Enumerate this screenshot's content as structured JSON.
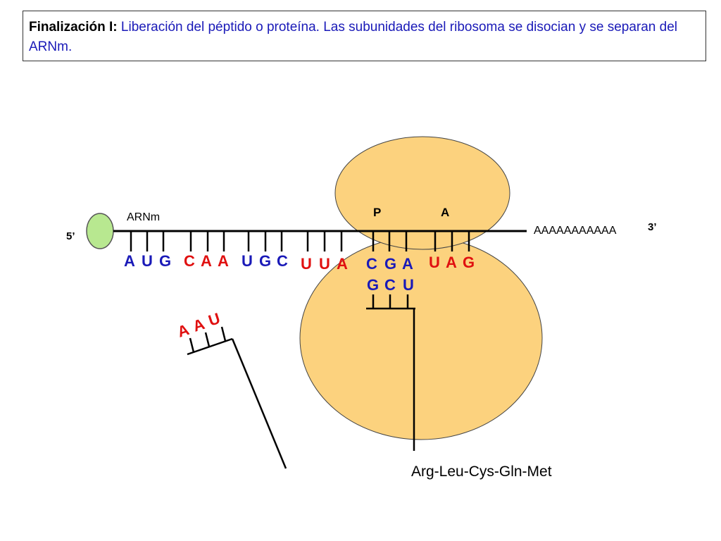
{
  "header": {
    "title_bold": "Finalización I:",
    "title_text": "Liberación del péptido o proteína. Las subunidades del ribosoma se disocian y se separan del ARNm."
  },
  "mrna": {
    "label": "ARNm",
    "five_prime": "5’",
    "three_prime": "3’",
    "poly_a": "AAAAAAAAAAA",
    "codons": [
      {
        "bases": [
          "A",
          "U",
          "G"
        ],
        "color": "#1a1ab8"
      },
      {
        "bases": [
          "C",
          "A",
          "A"
        ],
        "color": "#e01010"
      },
      {
        "bases": [
          "U",
          "G",
          "C"
        ],
        "color": "#1a1ab8"
      },
      {
        "bases": [
          "U",
          "U",
          "A"
        ],
        "color": "#e01010"
      },
      {
        "bases": [
          "C",
          "G",
          "A"
        ],
        "color": "#1a1ab8"
      },
      {
        "bases": [
          "U",
          "A",
          "G"
        ],
        "color": "#e01010"
      }
    ]
  },
  "ribosome": {
    "site_p": "P",
    "site_a": "A",
    "color": "#fcd27e"
  },
  "trna_bound": {
    "anticodon": [
      "G",
      "C",
      "U"
    ],
    "color": "#1a1ab8"
  },
  "trna_released": {
    "anticodon": [
      "A",
      "A",
      "U"
    ],
    "color": "#e01010"
  },
  "peptide": "Arg-Leu-Cys-Gln-Met",
  "colors": {
    "cap": "#b8e890",
    "blue": "#1a1ab8",
    "red": "#e01010"
  }
}
